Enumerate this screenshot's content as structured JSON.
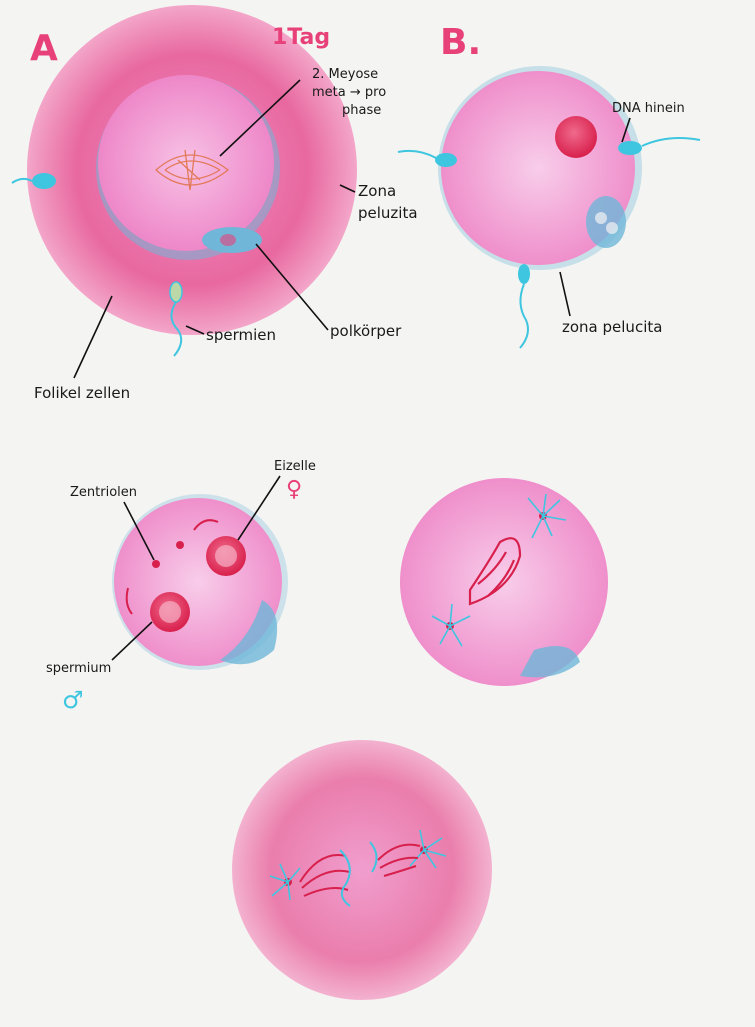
{
  "colors": {
    "paper": "#f4f4f2",
    "cell_pink": "#f07fc4",
    "cell_light": "#f6b3de",
    "corona_red": "#e8417a",
    "blue": "#3ec6e0",
    "ink": "#1a1a1a"
  },
  "panel_a": {
    "letter": "A",
    "day_label": "1Tag",
    "labels": {
      "meiosis_line1": "2. Meyose",
      "meiosis_line2": "meta → pro",
      "meiosis_line3": "phase",
      "zona_line1": "Zona",
      "zona_line2": "peluzita",
      "polar_body": "polkörper",
      "sperm": "spermien",
      "follicle_cells": "Folikel zellen"
    }
  },
  "panel_b": {
    "letter": "B.",
    "labels": {
      "dna": "DNA hinein",
      "zona": "zona pelucita"
    }
  },
  "stage_pronuclei": {
    "labels": {
      "centrioles": "Zentriolen",
      "egg_cell": "Eizelle",
      "female_symbol": "♀",
      "sperm": "spermium",
      "male_symbol": "♂"
    }
  }
}
